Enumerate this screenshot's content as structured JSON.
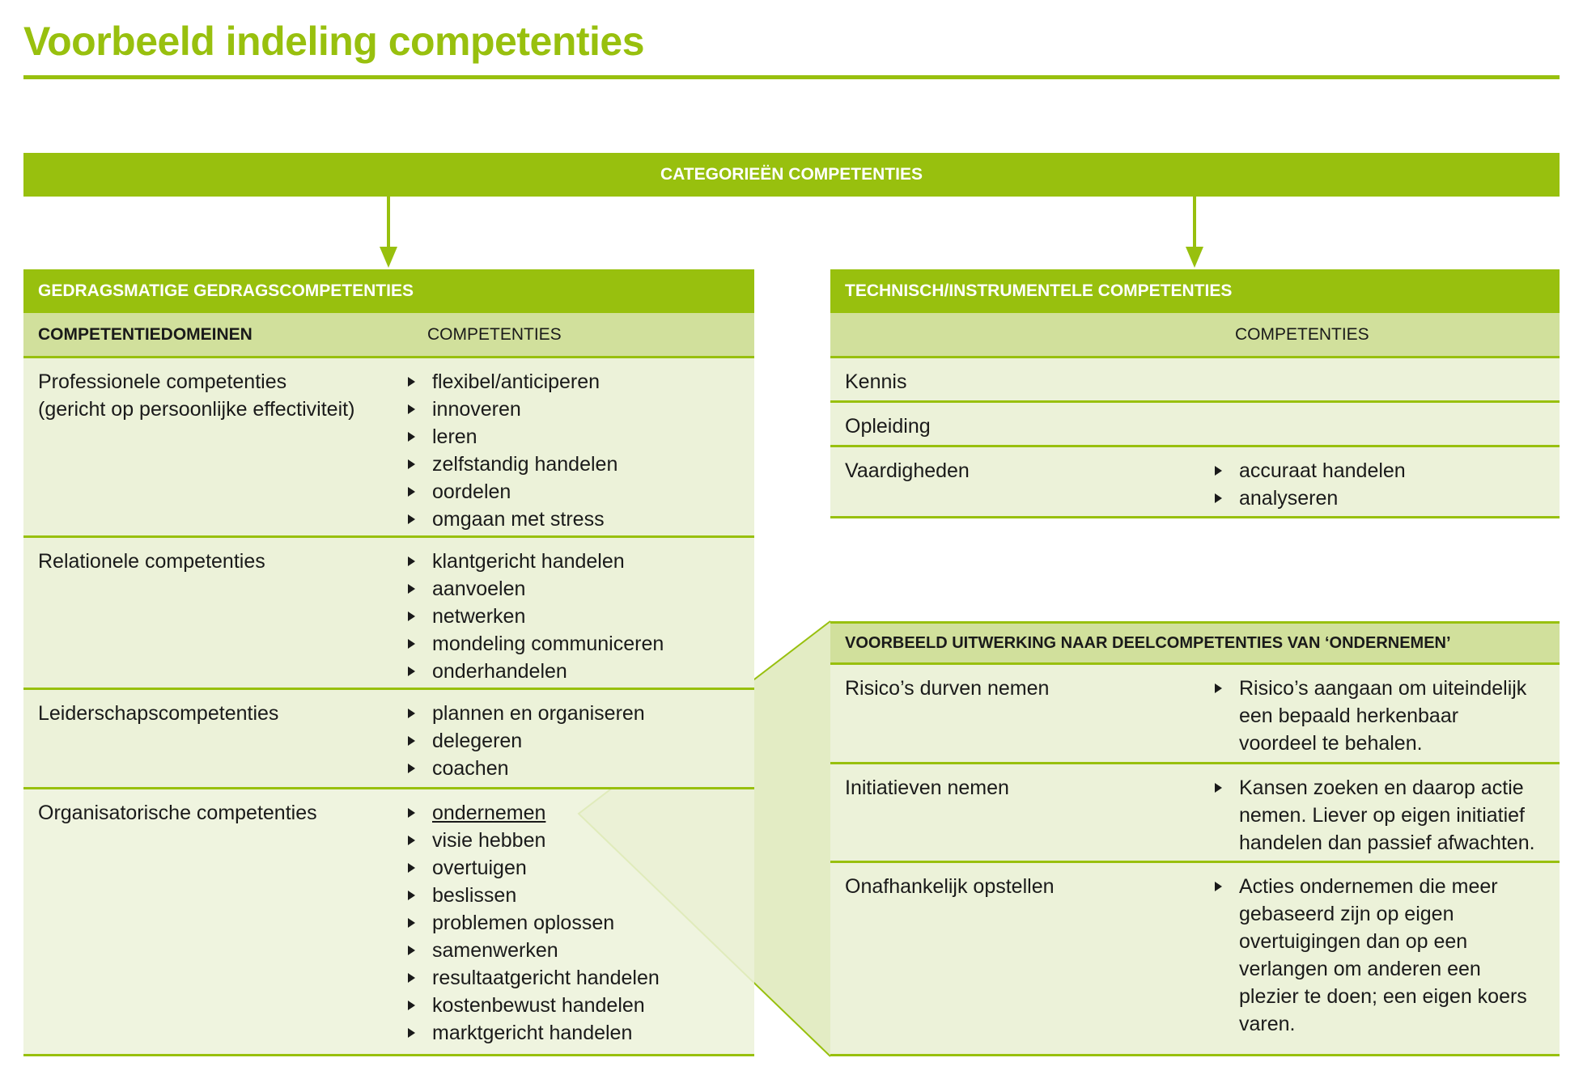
{
  "title": "Voorbeeld indeling competenties",
  "banner": "CATEGORIEËN COMPETENTIES",
  "colors": {
    "accent": "#98c00e",
    "light": "#d1e09c",
    "pale": "#ecf2d9"
  },
  "left_panel": {
    "header": "GEDRAGSMATIGE GEDRAGSCOMPETENTIES",
    "col1": "COMPETENTIEDOMEINEN",
    "col2": "COMPETENTIES",
    "rows": [
      {
        "domain": "Professionele competenties",
        "domain2": "(gericht op persoonlijke effectiviteit)",
        "items": [
          "flexibel/anticiperen",
          "innoveren",
          "leren",
          "zelfstandig handelen",
          "oordelen",
          "omgaan met stress"
        ]
      },
      {
        "domain": "Relationele competenties",
        "items": [
          "klantgericht handelen",
          "aanvoelen",
          "netwerken",
          "mondeling communiceren",
          "onderhandelen"
        ]
      },
      {
        "domain": "Leiderschapscompetenties",
        "items": [
          "plannen en organiseren",
          "delegeren",
          "coachen"
        ]
      },
      {
        "domain": "Organisatorische competenties",
        "items": [
          "ondernemen",
          "visie hebben",
          "overtuigen",
          "beslissen",
          "problemen oplossen",
          "samenwerken",
          "resultaatgericht handelen",
          "kostenbewust handelen",
          "marktgericht handelen"
        ]
      }
    ]
  },
  "right_panel": {
    "header": "TECHNISCH/INSTRUMENTELE COMPETENTIES",
    "col2": "COMPETENTIES",
    "rows": [
      {
        "domain": "Kennis",
        "items": []
      },
      {
        "domain": "Opleiding",
        "items": []
      },
      {
        "domain": "Vaardigheden",
        "items": [
          "accuraat handelen",
          "analyseren"
        ]
      }
    ]
  },
  "example_panel": {
    "header": "VOORBEELD UITWERKING NAAR DEELCOMPETENTIES VAN ‘ONDERNEMEN’",
    "rows": [
      {
        "domain": "Risico’s durven nemen",
        "lines": [
          "Risico’s aangaan om uiteindelijk",
          "een bepaald herkenbaar",
          "voordeel te behalen."
        ]
      },
      {
        "domain": "Initiatieven nemen",
        "lines": [
          "Kansen zoeken en daarop actie",
          "nemen. Liever op eigen initiatief",
          "handelen dan passief afwachten."
        ]
      },
      {
        "domain": "Onafhankelijk opstellen",
        "lines": [
          "Acties ondernemen die meer",
          "gebaseerd zijn op eigen",
          "overtuigingen dan op een",
          "verlangen om anderen een",
          "plezier te doen; een eigen koers",
          "varen."
        ]
      }
    ]
  }
}
